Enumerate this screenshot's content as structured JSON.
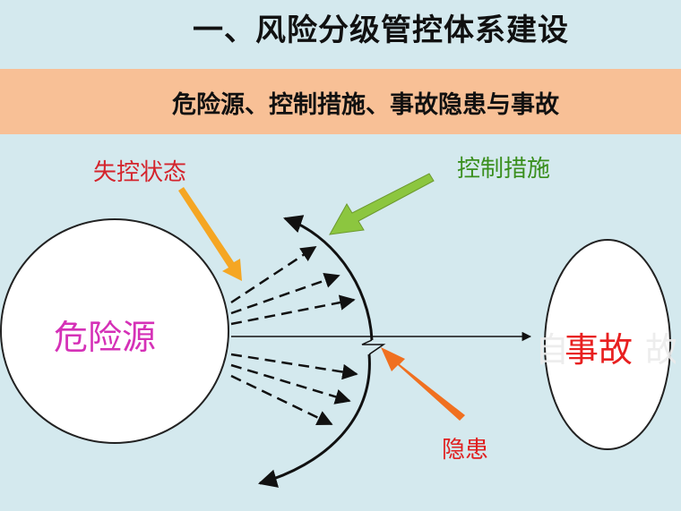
{
  "title": "一、风险分级管控体系建设",
  "subtitle": "危险源、控制措施、事故隐患与事故",
  "diagram": {
    "hazard_label": "危险源",
    "accident_label": "事故",
    "accident_ghost_left": "自",
    "accident_ghost_right": "故",
    "loss_of_control_label": "失控状态",
    "control_measures_label": "控制措施",
    "hidden_danger_label": "隐患"
  },
  "colors": {
    "background": "#d4e9ee",
    "band": "#f8c096",
    "hazard_text": "#d531b7",
    "accident_text": "#e82020",
    "loss_of_control_arrow": "#f5a623",
    "control_arrow": "#8cc63f",
    "hidden_danger_arrow": "#f07020"
  }
}
